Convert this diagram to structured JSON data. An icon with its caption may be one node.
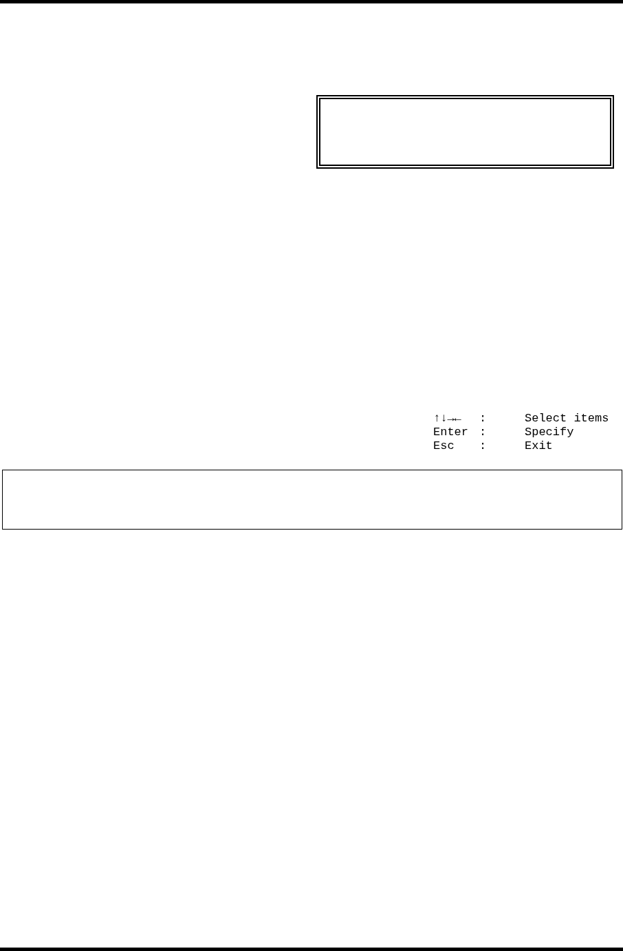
{
  "diagram": {
    "nodes": [
      {
        "text": [],
        "shape": "box"
      },
      {
        "text": [],
        "shape": "box"
      }
    ],
    "labels": [
      "↑↓→←",
      ":",
      "Select items",
      "Enter",
      ":",
      "Specify",
      "Esc",
      ":",
      "Exit"
    ]
  }
}
